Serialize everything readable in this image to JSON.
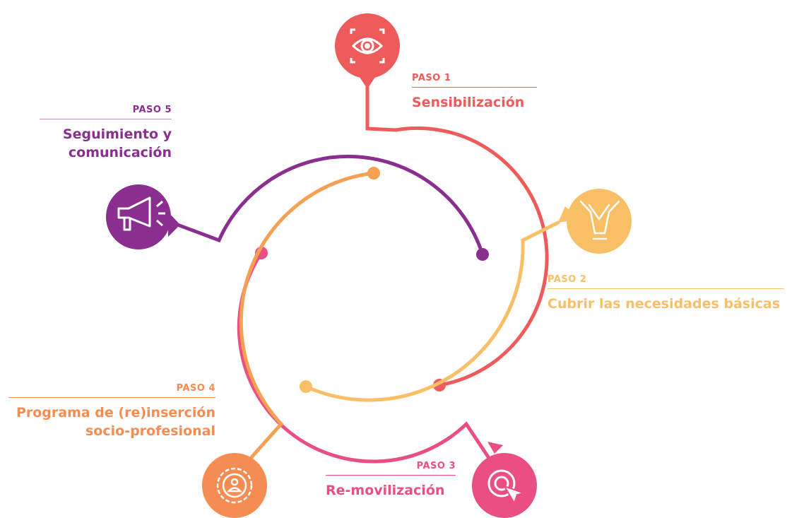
{
  "colors": {
    "step1": "#ee5b5b",
    "step2": "#f9bf67",
    "step3": "#e94f82",
    "step4": "#f58d52",
    "step5": "#8a2f8f"
  },
  "steps": [
    {
      "paso": "PASO 1",
      "title": "Sensibilización",
      "icon": "eye-icon"
    },
    {
      "paso": "PASO 2",
      "title": "Cubrir las necesidades básicas",
      "icon": "hands-icon"
    },
    {
      "paso": "PASO 3",
      "title": "Re-movilización",
      "icon": "target-cursor-icon"
    },
    {
      "paso": "PASO 4",
      "title_line1": "Programa de (re)inserción",
      "title_line2": "socio-profesional",
      "icon": "badge-person-icon"
    },
    {
      "paso": "PASO 5",
      "title_line1": "Seguimiento y",
      "title_line2": "comunicación",
      "icon": "megaphone-icon"
    }
  ]
}
